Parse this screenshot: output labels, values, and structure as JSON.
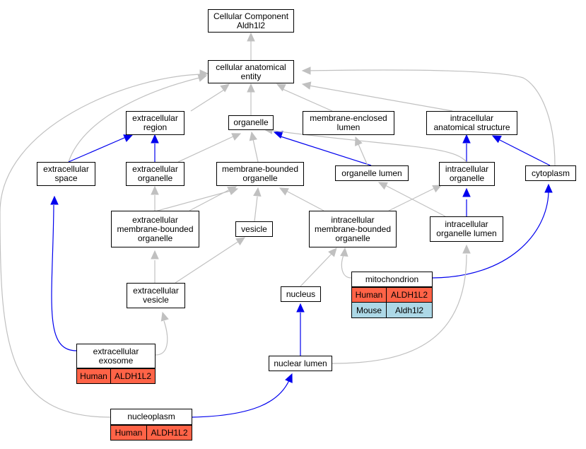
{
  "colors": {
    "is_a_edge": "#c0c0c0",
    "part_of_edge": "#0000ee",
    "human_fill": "#ff6347",
    "mouse_fill": "#add8e6"
  },
  "nodes": {
    "root": [
      "Cellular Component",
      "Aldh1l2"
    ],
    "cellular_anatomical_entity": [
      "cellular anatomical",
      "entity"
    ],
    "extracellular_region": [
      "extracellular",
      "region"
    ],
    "organelle": [
      "organelle"
    ],
    "membrane_enclosed_lumen": [
      "membrane-enclosed",
      "lumen"
    ],
    "intracellular_anatomical_structure": [
      "intracellular",
      "anatomical structure"
    ],
    "extracellular_space": [
      "extracellular",
      "space"
    ],
    "extracellular_organelle": [
      "extracellular",
      "organelle"
    ],
    "membrane_bounded_organelle": [
      "membrane-bounded",
      "organelle"
    ],
    "organelle_lumen": [
      "organelle lumen"
    ],
    "intracellular_organelle": [
      "intracellular",
      "organelle"
    ],
    "cytoplasm": [
      "cytoplasm"
    ],
    "extracellular_membrane_bounded_organelle": [
      "extracellular",
      "membrane-bounded",
      "organelle"
    ],
    "vesicle": [
      "vesicle"
    ],
    "intracellular_membrane_bounded_organelle": [
      "intracellular",
      "membrane-bounded",
      "organelle"
    ],
    "intracellular_organelle_lumen": [
      "intracellular",
      "organelle lumen"
    ],
    "extracellular_vesicle": [
      "extracellular",
      "vesicle"
    ],
    "nucleus": [
      "nucleus"
    ],
    "mitochondrion": [
      "mitochondrion"
    ],
    "extracellular_exosome": [
      "extracellular",
      "exosome"
    ],
    "nuclear_lumen": [
      "nuclear lumen"
    ],
    "nucleoplasm": [
      "nucleoplasm"
    ]
  },
  "annotations": {
    "mitochondrion": [
      {
        "species": "Human",
        "gene": "ALDH1L2",
        "fill": "human"
      },
      {
        "species": "Mouse",
        "gene": "Aldh1l2",
        "fill": "mouse"
      }
    ],
    "extracellular_exosome": [
      {
        "species": "Human",
        "gene": "ALDH1L2",
        "fill": "human"
      }
    ],
    "nucleoplasm": [
      {
        "species": "Human",
        "gene": "ALDH1L2",
        "fill": "human"
      }
    ]
  }
}
